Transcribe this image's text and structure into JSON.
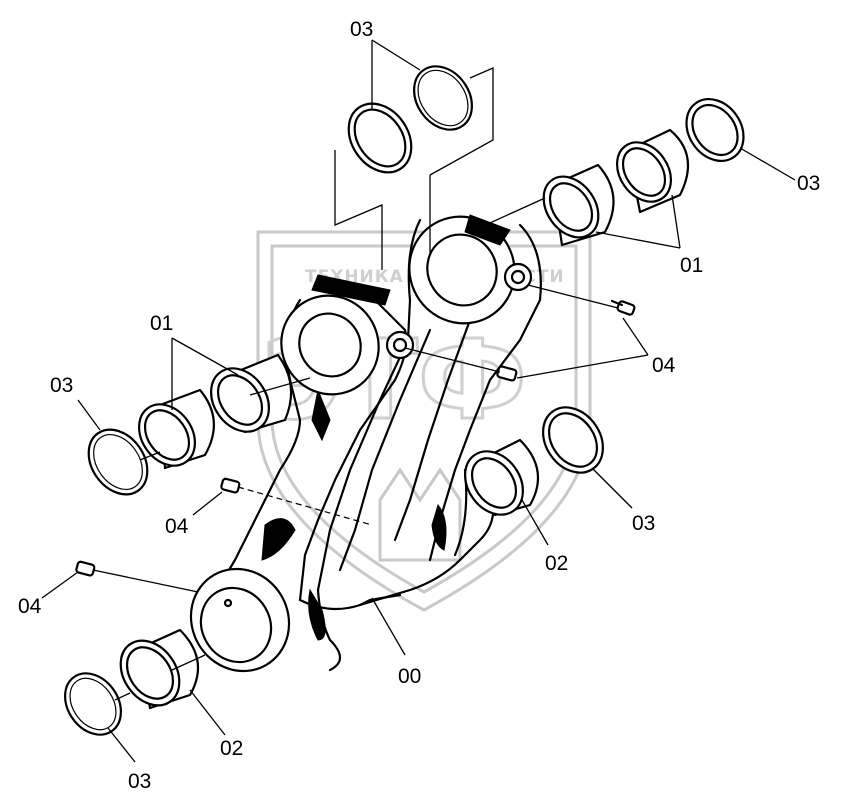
{
  "watermark": {
    "text_left": "ТЕХНИКА",
    "text_right": "ЗАПЧАСТИ",
    "emblem": "ЭТФ"
  },
  "labels": {
    "ring_top": "03",
    "ring_right": "03",
    "bushings_right": "01",
    "bushings_left": "01",
    "ring_left": "03",
    "fittings_right": "04",
    "ring_mid_right": "03",
    "fitting_left": "04",
    "bushing_mid_right": "02",
    "fitting_lower_left": "04",
    "body": "00",
    "bushing_lower_left": "02",
    "ring_lower_left": "03"
  }
}
